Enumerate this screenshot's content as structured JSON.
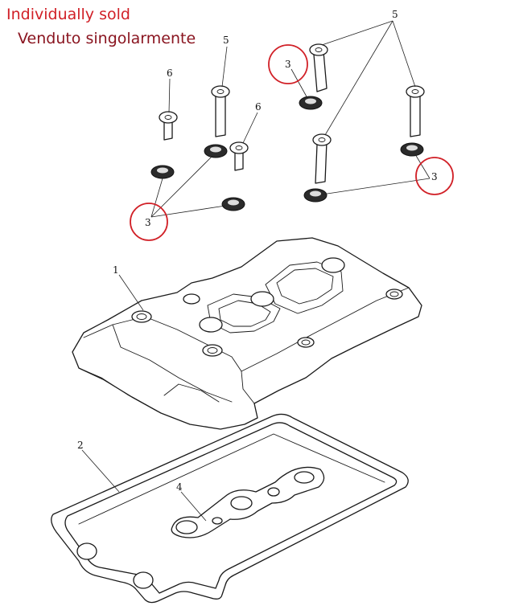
{
  "notice": {
    "line1": "Individually sold",
    "line2": "Venduto singolarmente",
    "line1_color": "#d12027",
    "line2_color": "#8a1520"
  },
  "highlight_color": "#d12027",
  "callouts": {
    "cover": "1",
    "gasket": "2",
    "seal": "3",
    "plug_seal": "4",
    "bolt_long": "5",
    "bolt_short": "6"
  }
}
